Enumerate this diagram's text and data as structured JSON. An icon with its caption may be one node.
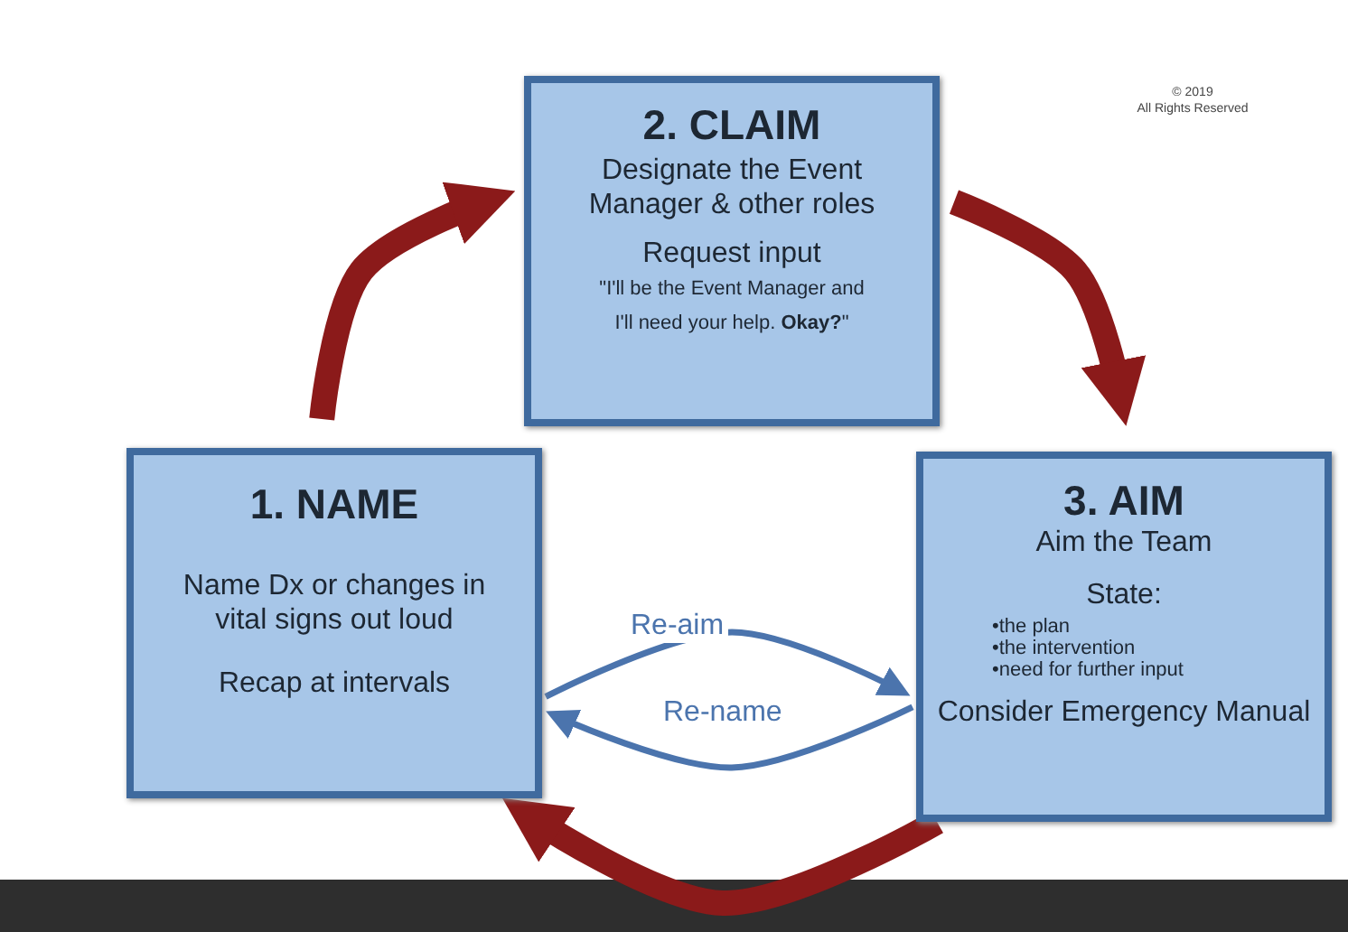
{
  "diagram": {
    "nodes": [
      {
        "text": [
          "1. NAME",
          "Name Dx or changes in vital signs out loud",
          "Recap at intervals"
        ]
      },
      {
        "text": [
          "2. CLAIM",
          "Designate the Event Manager & other roles",
          "Request input",
          "\"I'll be the Event Manager and I'll need your help. **Okay?**\""
        ]
      },
      {
        "text": [
          "3. AIM",
          "Aim the Team",
          "State:",
          "•the plan",
          "•the intervention",
          "•need for further input",
          "Consider Emergency Manual"
        ]
      }
    ],
    "edges": [
      {
        "from": 0,
        "to": 1,
        "arrow": "to"
      },
      {
        "from": 1,
        "to": 2,
        "arrow": "to"
      },
      {
        "from": 2,
        "to": 0,
        "arrow": "to"
      },
      {
        "from": 0,
        "to": 2,
        "arrow": "to",
        "label": "Re-aim",
        "color": "#4b74ad"
      },
      {
        "from": 2,
        "to": 0,
        "arrow": "to",
        "label": "Re-name",
        "color": "#4b74ad"
      }
    ],
    "labels": [
      "© 2019",
      "All Rights Reserved"
    ]
  }
}
